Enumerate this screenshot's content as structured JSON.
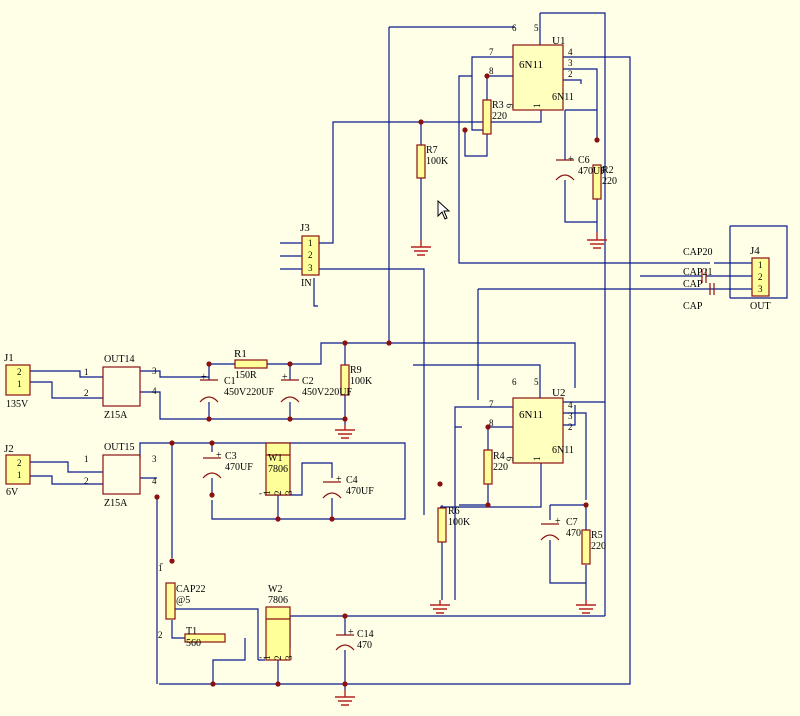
{
  "components": {
    "u1": {
      "ref": "U1",
      "value": "6N11",
      "sub": "6N11",
      "pins": {
        "p4": "4",
        "p5": "5",
        "p6": "6",
        "p7": "7",
        "p8": "8",
        "p3": "3",
        "p2": "2",
        "p9": "9",
        "p1": "1"
      }
    },
    "u2": {
      "ref": "U2",
      "value": "6N11",
      "sub": "6N11",
      "pins": {
        "p4": "4",
        "p5": "5",
        "p6": "6",
        "p7": "7",
        "p8": "8",
        "p3": "3",
        "p2": "2",
        "p9": "9",
        "p1": "1"
      }
    },
    "r1": {
      "ref": "R1",
      "value": "150R"
    },
    "r2": {
      "ref": "R2",
      "value": "220"
    },
    "r3": {
      "ref": "R3",
      "value": "220"
    },
    "r4": {
      "ref": "R4",
      "value": "220"
    },
    "r5": {
      "ref": "R5",
      "value": "220"
    },
    "r6": {
      "ref": "R6",
      "value": "100K"
    },
    "r7": {
      "ref": "R7",
      "value": "100K"
    },
    "r9": {
      "ref": "R9",
      "value": "100K"
    },
    "c1": {
      "ref": "C1",
      "value": "450V220UF"
    },
    "c2": {
      "ref": "C2",
      "value": "450V220UF"
    },
    "c3": {
      "ref": "C3",
      "value": "470UF"
    },
    "c4": {
      "ref": "C4",
      "value": "470UF"
    },
    "c6": {
      "ref": "C6",
      "value": "470UF"
    },
    "c7": {
      "ref": "C7",
      "value": "470"
    },
    "c14": {
      "ref": "C14",
      "value": "470"
    },
    "cap20": {
      "ref": "CAP20",
      "value": "CAP21"
    },
    "cap": {
      "ref": "CAP",
      "value": "CAP"
    },
    "cap22": {
      "ref": "CAP22",
      "value": "@5"
    },
    "t1": {
      "ref": "T1",
      "value": "560"
    },
    "w1": {
      "ref": "W1",
      "value": "7806"
    },
    "w2": {
      "ref": "W2",
      "value": "7806"
    },
    "j1": {
      "ref": "J1",
      "value": "135V",
      "p2": "2",
      "p1": "1"
    },
    "j2": {
      "ref": "J2",
      "value": "6V",
      "p2": "2",
      "p1": "1"
    },
    "j3": {
      "ref": "J3",
      "value": "IN",
      "p1": "1",
      "p2": "2",
      "p3": "3"
    },
    "j4": {
      "ref": "J4",
      "value": "OUT",
      "p1": "1",
      "p2": "2",
      "p3": "3"
    },
    "out14": {
      "ref": "OUT14",
      "value": "Z15A",
      "p1": "1",
      "p2": "2",
      "p3": "3",
      "p4": "4"
    },
    "out15": {
      "ref": "OUT15",
      "value": "Z15A",
      "p1": "1",
      "p2": "2",
      "p3": "3",
      "p4": "4"
    }
  },
  "symbols": {
    "plus": "+",
    "minus": "-",
    "n1": "1",
    "n2": "2",
    "n3": "3"
  },
  "colors": {
    "wire": "#0a1a8c",
    "part": "#8b1010",
    "fill": "#ffff9a",
    "background": "#ffffe8"
  }
}
